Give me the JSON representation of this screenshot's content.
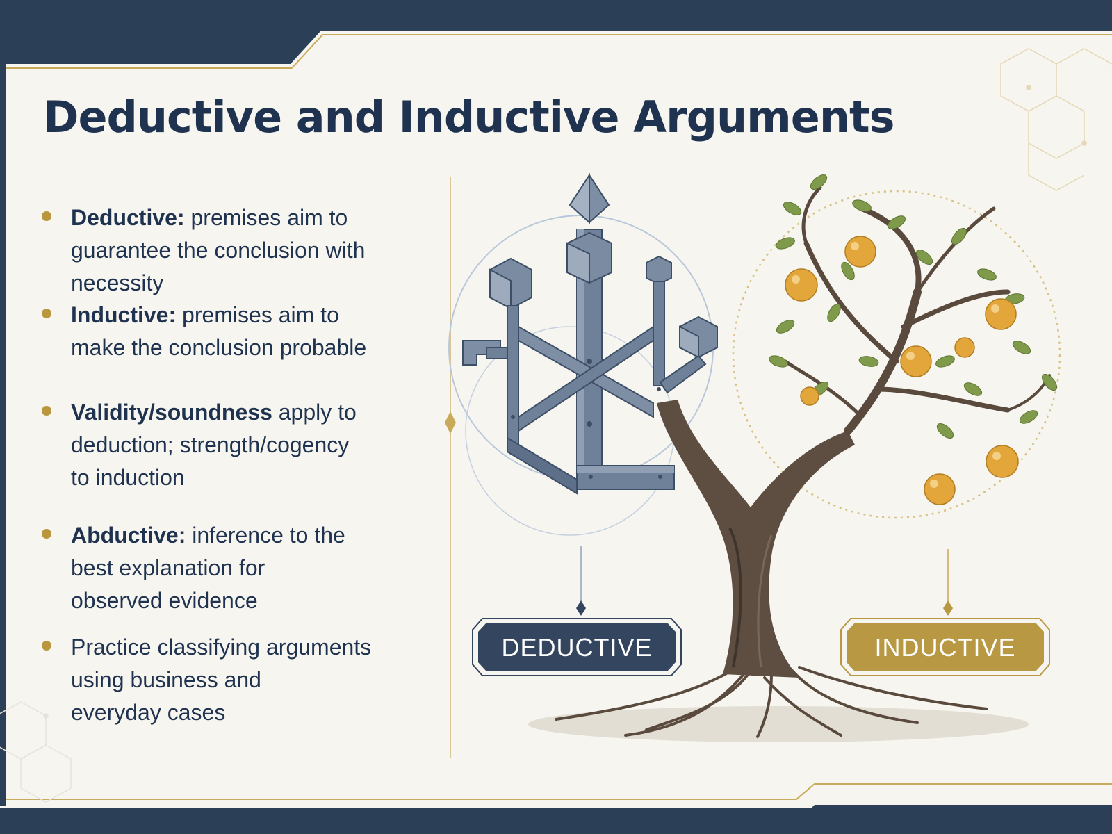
{
  "slide": {
    "title": "Deductive and Inductive Arguments",
    "bullets": [
      {
        "term": "Deductive:",
        "lines": [
          "premises aim to",
          "guarantee the conclusion with necessity"
        ]
      },
      {
        "term": "Inductive:",
        "lines": [
          "premises aim to",
          "make the conclusion probable"
        ]
      },
      {
        "term": "Validity/soundness",
        "lines": [
          "apply to",
          "deduction; strength/cogency",
          "to induction"
        ]
      },
      {
        "term": "Abductive:",
        "lines": [
          "inference to the",
          "best explanation for",
          "observed evidence"
        ]
      },
      {
        "term": "Practice classifying",
        "lines": [
          "arguments",
          "using business and",
          "everyday cases"
        ]
      }
    ]
  },
  "illustration": {
    "deductive_label": "DEDUCTIVE",
    "inductive_label": "INDUCTIVE",
    "structure_icon": "geometric-structure-icon",
    "tree_icon": "fruit-tree-icon"
  },
  "colors": {
    "navy": "#2b3f57",
    "title": "#1f3350",
    "gold": "#b8973e",
    "paper": "#f7f5ef",
    "deductive_badge": "#34465f",
    "inductive_badge": "#b99843"
  }
}
